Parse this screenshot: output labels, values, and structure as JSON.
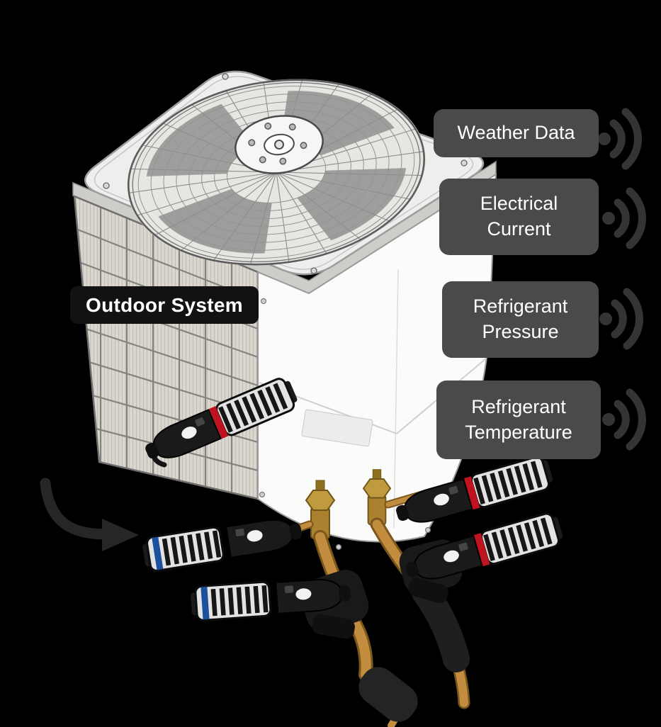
{
  "diagram": {
    "system_label": "Outdoor System",
    "callouts": [
      {
        "id": "weather-data",
        "lines": [
          "Weather Data"
        ]
      },
      {
        "id": "electrical-current",
        "lines": [
          "Electrical",
          "Current"
        ]
      },
      {
        "id": "refrigerant-pressure",
        "lines": [
          "Refrigerant",
          "Pressure"
        ]
      },
      {
        "id": "refrigerant-temperature",
        "lines": [
          "Refrigerant",
          "Temperature"
        ]
      }
    ],
    "colors": {
      "background": "#000000",
      "callout_background": "#4a4a4b",
      "system_label_background": "#121212",
      "label_text": "#ffffff",
      "signal_icon": "#343434",
      "copper_pipe": "#c28d3e",
      "brass_valve": "#ad8430",
      "sensor_stripe_red": "#bf1420",
      "sensor_stripe_blue": "#1c4f9c"
    }
  }
}
